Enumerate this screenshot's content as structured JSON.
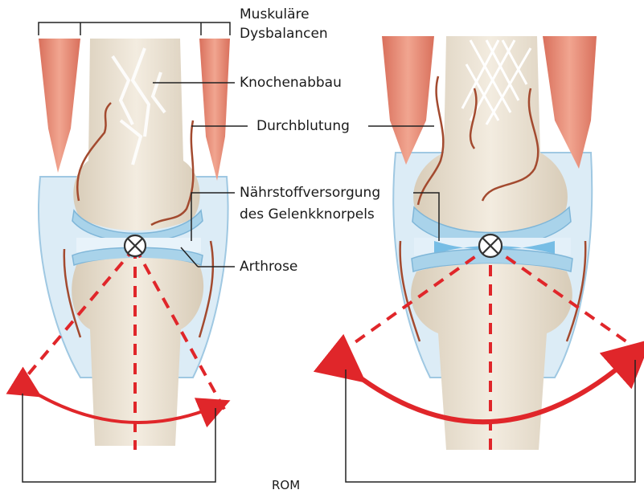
{
  "labels": {
    "muscle_line1": "Muskuläre",
    "muscle_line2": "Dysbalancen",
    "bone_loss": "Knochenabbau",
    "blood_flow": "Durchblutung",
    "nutrient_line1": "Nährstoffversorgung",
    "nutrient_line2": "des Gelenkknorpels",
    "arthrosis": "Arthrose",
    "rom": "ROM"
  },
  "colors": {
    "bone": "#efe6d8",
    "bone_shade": "#d9ccb8",
    "cartilage": "#a9d3ea",
    "muscle": "#e89682",
    "vessel": "#a34a2f",
    "rom_red": "#e0262a",
    "line": "#222222"
  },
  "panels": [
    {
      "name": "degenerated-joint",
      "rom_state": "narrow"
    },
    {
      "name": "healthy-joint",
      "rom_state": "wide"
    }
  ],
  "icons": [
    "rotation-center-icon",
    "rotation-center-icon"
  ]
}
